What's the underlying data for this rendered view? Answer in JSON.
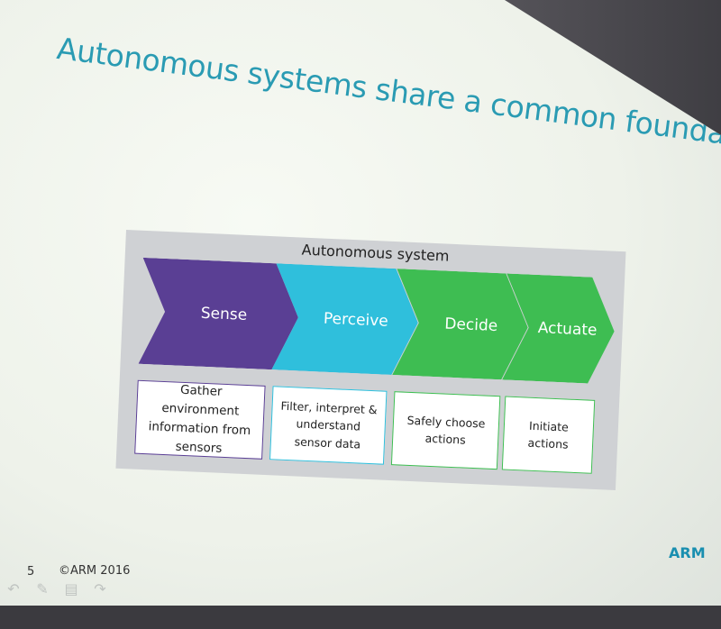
{
  "slide": {
    "title": "Autonomous systems share a common foundation",
    "diagram": {
      "heading": "Autonomous system",
      "stages": [
        {
          "label": "Sense",
          "description_lines": [
            "Gather environment",
            "information from",
            "sensors"
          ],
          "color": "#5a3f94"
        },
        {
          "label": "Perceive",
          "description_lines": [
            "Filter, interpret &",
            "understand",
            "sensor data"
          ],
          "color": "#2fbfdc"
        },
        {
          "label": "Decide",
          "description_lines": [
            "Safely choose",
            "actions"
          ],
          "color": "#3ebd52"
        },
        {
          "label": "Actuate",
          "description_lines": [
            "Initiate actions"
          ],
          "color": "#3ebd52"
        }
      ]
    },
    "footer": {
      "page_number": "5",
      "copyright": "©ARM 2016",
      "logo": "ARM"
    }
  },
  "presenter_toolbar": {
    "icons": [
      "back-arrow-icon",
      "pen-icon",
      "slides-grid-icon",
      "forward-arrow-icon"
    ]
  },
  "colors": {
    "title": "#2a9bb3",
    "sense": "#5a3f94",
    "perceive": "#2fbfdc",
    "decide_actuate": "#3ebd52",
    "logo": "#1a8fb0"
  }
}
